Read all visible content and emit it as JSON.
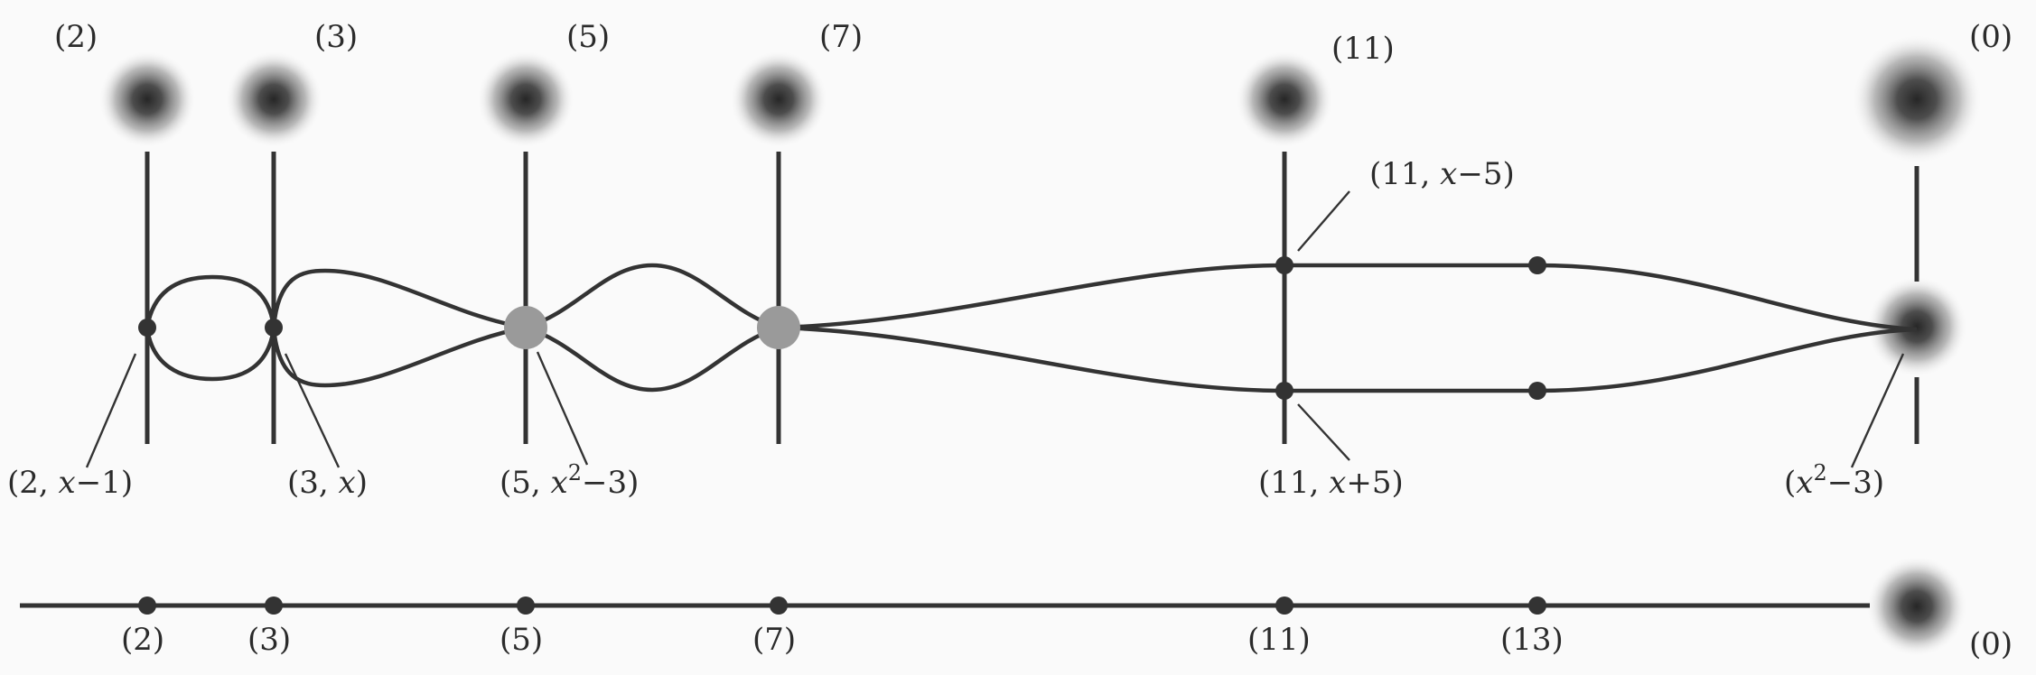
{
  "top_labels": {
    "p2": "(2)",
    "p3": "(3)",
    "p5": "(5)",
    "p7": "(7)",
    "p11": "(11)",
    "p0": "(0)"
  },
  "point_labels": {
    "q2": {
      "open": "(2, ",
      "var": "x",
      "rest": "−1)"
    },
    "q3": {
      "open": "(3, ",
      "var": "x",
      "rest": ")"
    },
    "q5": {
      "open": "(5, ",
      "var": "x",
      "sup": "2",
      "rest": "−3)"
    },
    "q11a": {
      "open": "(11, ",
      "var": "x",
      "rest": "−5)"
    },
    "q11b": {
      "open": "(11, ",
      "var": "x",
      "rest": "+5)"
    },
    "q0": {
      "open": "(",
      "var": "x",
      "sup": "2",
      "rest": "−3)"
    }
  },
  "base_labels": {
    "b2": "(2)",
    "b3": "(3)",
    "b5": "(5)",
    "b7": "(7)",
    "b11": "(11)",
    "b13": "(13)",
    "b0": "(0)"
  },
  "colors": {
    "ink": "#333333",
    "ramified_point": "#9a9a9a",
    "generic_point_center": "#2b2b2b",
    "background": "#fafafa"
  }
}
